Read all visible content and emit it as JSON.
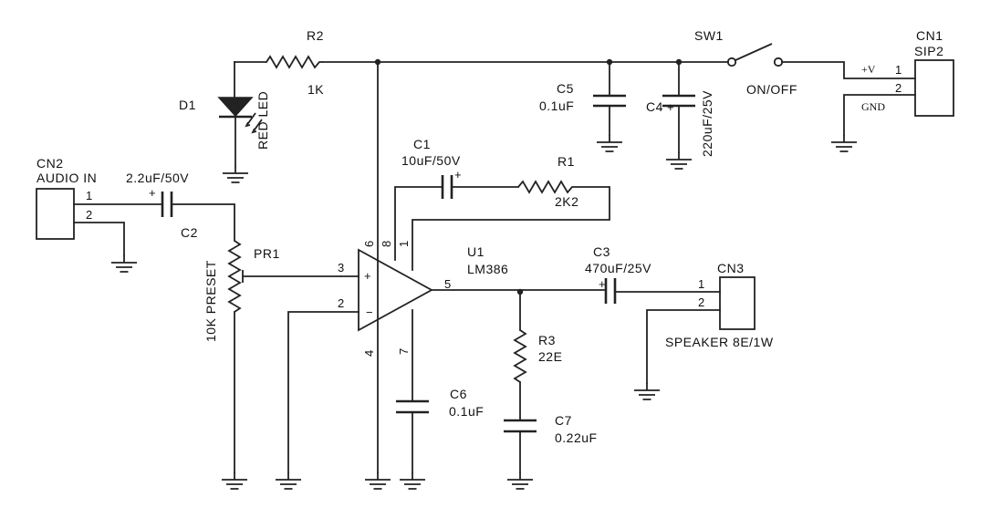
{
  "components": {
    "cn1": {
      "ref": "CN1",
      "type": "SIP2",
      "pin1": "1",
      "pin2": "2",
      "net1": "+V",
      "net2": "GND"
    },
    "sw1": {
      "ref": "SW1",
      "label": "ON/OFF"
    },
    "r2": {
      "ref": "R2",
      "value": "1K"
    },
    "d1": {
      "ref": "D1",
      "value": "RED LED"
    },
    "c5": {
      "ref": "C5",
      "value": "0.1uF"
    },
    "c4": {
      "ref": "C4",
      "value": "220uF/25V",
      "polarity": "+"
    },
    "cn2": {
      "ref": "CN2",
      "label": "AUDIO IN",
      "pin1": "1",
      "pin2": "2"
    },
    "c2": {
      "ref": "C2",
      "value": "2.2uF/50V",
      "polarity": "+"
    },
    "c1": {
      "ref": "C1",
      "value": "10uF/50V",
      "polarity": "+"
    },
    "r1": {
      "ref": "R1",
      "value": "2K2"
    },
    "pr1": {
      "ref": "PR1",
      "value": "10K PRESET"
    },
    "u1": {
      "ref": "U1",
      "value": "LM386",
      "pins": {
        "p1": "1",
        "p2": "2",
        "p3": "3",
        "p4": "4",
        "p5": "5",
        "p6": "6",
        "p7": "7",
        "p8": "8"
      },
      "plus": "+",
      "minus": "−"
    },
    "c3": {
      "ref": "C3",
      "value": "470uF/25V",
      "polarity": "+"
    },
    "cn3": {
      "ref": "CN3",
      "label": "SPEAKER 8E/1W",
      "pin1": "1",
      "pin2": "2"
    },
    "r3": {
      "ref": "R3",
      "value": "22E"
    },
    "c6": {
      "ref": "C6",
      "value": "0.1uF"
    },
    "c7": {
      "ref": "C7",
      "value": "0.22uF"
    }
  }
}
